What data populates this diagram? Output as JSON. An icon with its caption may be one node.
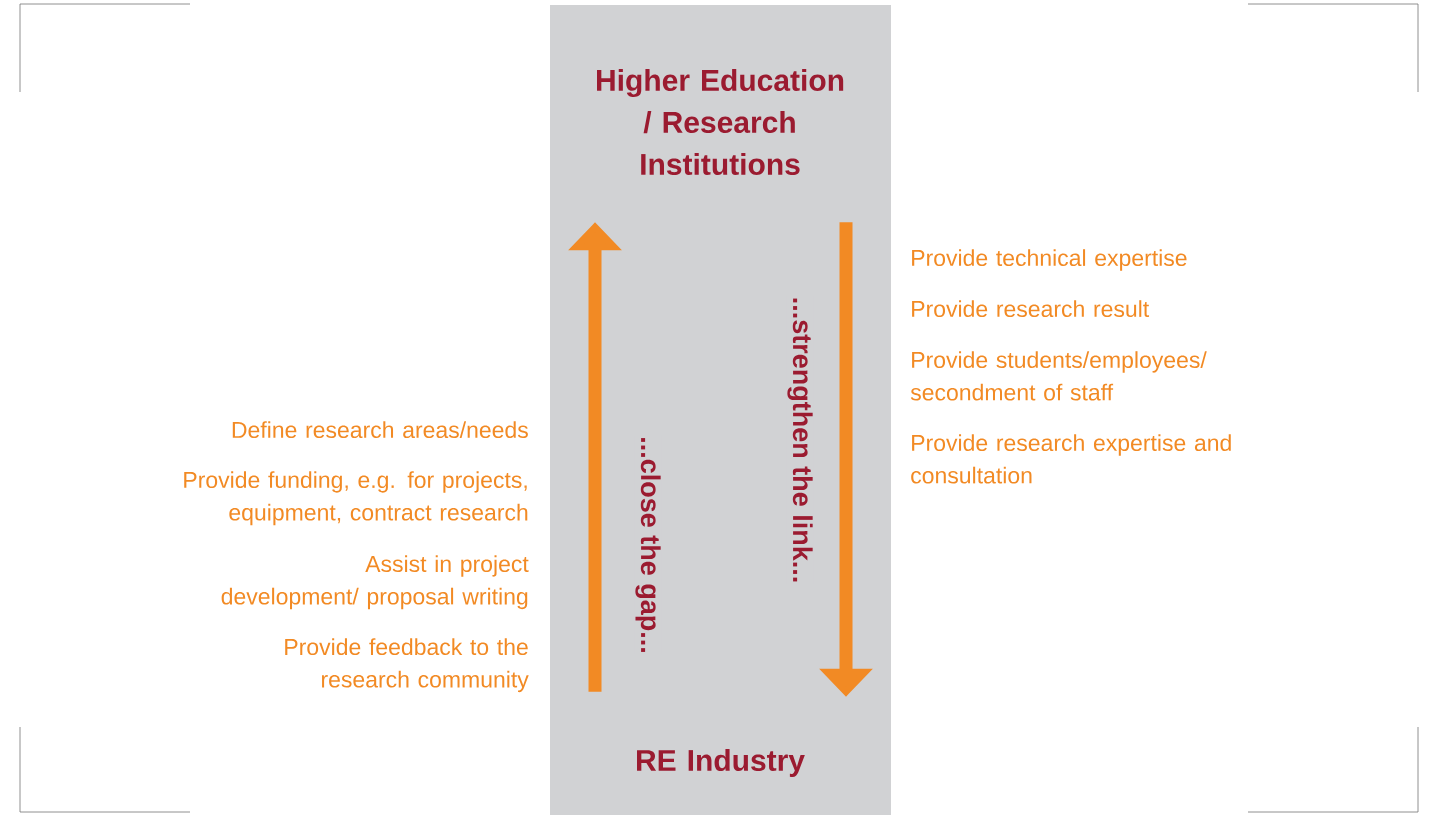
{
  "diagram": {
    "nodes": [
      {
        "text": [
          "Higher Education / Research Institutions"
        ]
      },
      {
        "text": [
          "RE Industry"
        ]
      }
    ],
    "edges": [
      {
        "from": 1,
        "to": 0,
        "arrow": "to",
        "label": "...close the gap..."
      },
      {
        "from": 0,
        "to": 1,
        "arrow": "to",
        "label": "...strengthen the link..."
      }
    ],
    "labels": [
      "Provide technical expertise",
      "Provide research result",
      "Provide students/employees/ secondment of staff",
      "Provide research expertise and consultation",
      "Define research areas/needs",
      "Provide funding, e.g. for projects, equipment, contract research",
      "Assist in project development/ proposal writing",
      "Provide feedback to the research community"
    ]
  }
}
